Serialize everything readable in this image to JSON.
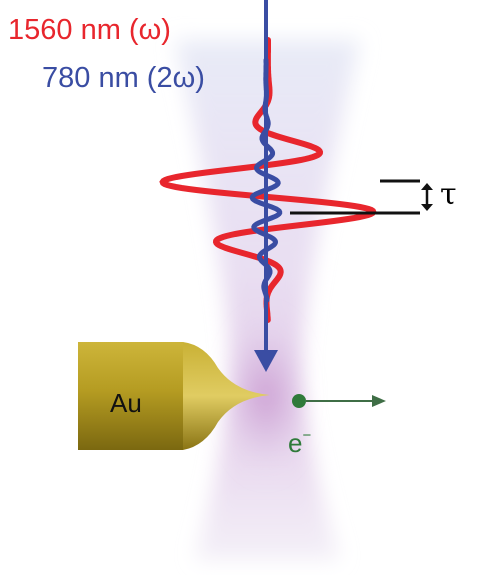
{
  "legend": {
    "red": {
      "text": "1560 nm (ω)",
      "color": "#e8262d"
    },
    "blue": {
      "text": "780 nm (2ω)",
      "color": "#3a4da3"
    }
  },
  "delay_symbol": "τ",
  "tip": {
    "label": "Au",
    "color": "#b09a22"
  },
  "electron": {
    "symbol": "e",
    "charge": "−",
    "color": "#2f7a3a"
  },
  "focus_glow_color": "#c79ac9"
}
